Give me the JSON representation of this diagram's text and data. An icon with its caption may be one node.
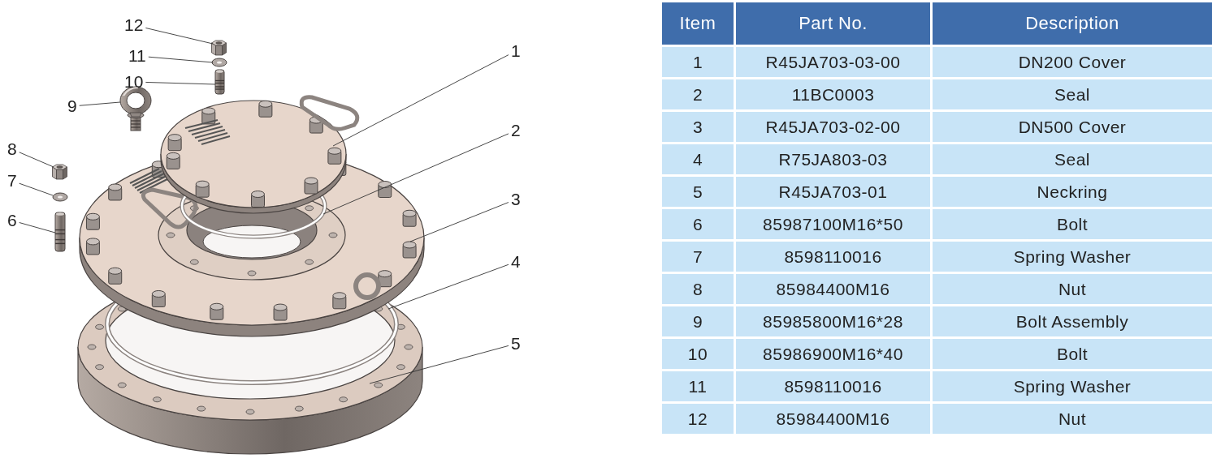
{
  "diagram": {
    "nodes": [
      {
        "text": [
          "12"
        ]
      },
      {
        "text": [
          "1"
        ]
      },
      {
        "text": [
          "11"
        ]
      },
      {
        "text": [
          "10"
        ]
      },
      {
        "text": [
          "9"
        ]
      },
      {
        "text": [
          "2"
        ]
      },
      {
        "text": [
          "8"
        ]
      },
      {
        "text": [
          "7"
        ]
      },
      {
        "text": [
          "3"
        ]
      },
      {
        "text": [
          "6"
        ]
      },
      {
        "text": [
          "4"
        ]
      },
      {
        "text": [
          "5"
        ]
      },
      {
        "text": [],
        "shape": "picture"
      },
      {
        "text": [],
        "shape": "picture"
      },
      {
        "text": [],
        "shape": "picture"
      },
      {
        "text": [],
        "shape": "picture"
      },
      {
        "text": [],
        "shape": "picture"
      },
      {
        "text": [],
        "shape": "picture"
      },
      {
        "text": [],
        "shape": "picture"
      }
    ],
    "edges": [
      {
        "from": 0,
        "to": 12,
        "arrow": "none"
      },
      {
        "from": 1,
        "to": null,
        "arrow": "none"
      },
      {
        "from": 2,
        "to": 13,
        "arrow": "none"
      },
      {
        "from": 3,
        "to": 14,
        "arrow": "none"
      },
      {
        "from": 4,
        "to": 15,
        "arrow": "none"
      },
      {
        "from": 5,
        "to": null,
        "arrow": "none"
      },
      {
        "from": 6,
        "to": 16,
        "arrow": "none"
      },
      {
        "from": 7,
        "to": 17,
        "arrow": "none"
      },
      {
        "from": 8,
        "to": null,
        "arrow": "none"
      },
      {
        "from": 9,
        "to": 18,
        "arrow": "none"
      },
      {
        "from": 10,
        "to": null,
        "arrow": "none"
      },
      {
        "from": 11,
        "to": null,
        "arrow": "none"
      }
    ],
    "labels": [
      "Item",
      "Part No.",
      "Description",
      "1",
      "R45JA703-03-00",
      "DN200 Cover",
      "2",
      "11BC0003",
      "Seal",
      "3",
      "R45JA703-02-00",
      "DN500 Cover",
      "4",
      "R75JA803-03",
      "Seal",
      "5",
      "R45JA703-01",
      "Neckring",
      "6",
      "85987100M16*50",
      "Bolt",
      "7",
      "8598110016",
      "Spring Washer",
      "8",
      "85984400M16",
      "Nut",
      "9",
      "85985800M16*28",
      "Bolt Assembly",
      "10",
      "85986900M16*40",
      "Bolt",
      "11",
      "8598110016",
      "Spring Washer",
      "12",
      "85984400M16",
      "Nut"
    ]
  }
}
